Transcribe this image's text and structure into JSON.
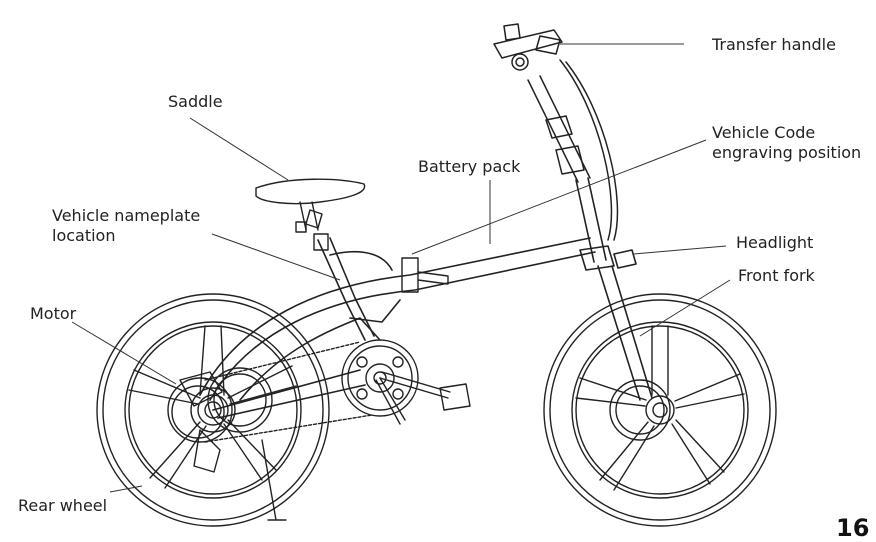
{
  "labels": {
    "transfer_handle": "Transfer handle",
    "saddle": "Saddle",
    "vehicle_code_line1": "Vehicle Code",
    "vehicle_code_line2": "engraving position",
    "battery_pack": "Battery pack",
    "nameplate_line1": "Vehicle nameplate",
    "nameplate_line2": "location",
    "headlight": "Headlight",
    "front_fork": "Front fork",
    "motor": "Motor",
    "rear_wheel": "Rear wheel"
  },
  "page_number": "16"
}
